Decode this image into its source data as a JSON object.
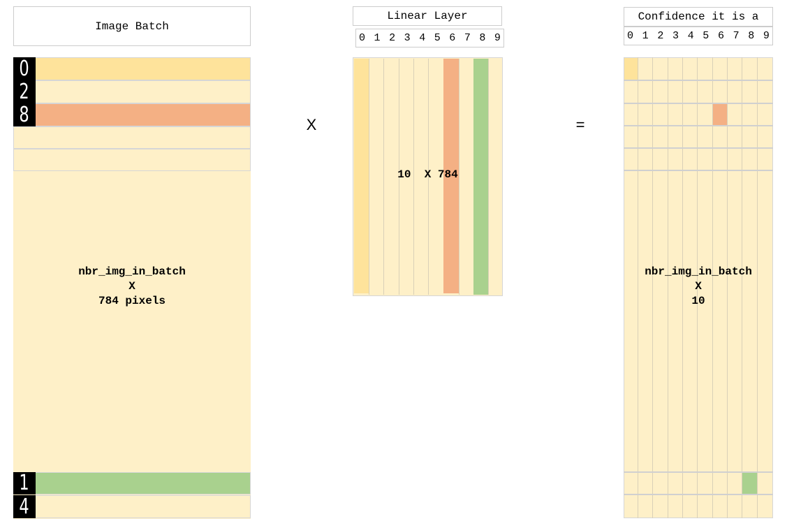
{
  "image_batch": {
    "title": "Image Batch",
    "label_lines": [
      "nbr_img_in_batch",
      "X",
      "784 pixels"
    ],
    "thumb_digits": [
      "0",
      "2",
      "8",
      "1",
      "4"
    ]
  },
  "operators": {
    "multiply": "X",
    "equals": "="
  },
  "linear_layer": {
    "title": "Linear Layer",
    "digits": [
      "0",
      "1",
      "2",
      "3",
      "4",
      "5",
      "6",
      "7",
      "8",
      "9"
    ],
    "label_left": "10",
    "label_right": "X 784"
  },
  "output": {
    "title": "Confidence it is a",
    "digits": [
      "0",
      "1",
      "2",
      "3",
      "4",
      "5",
      "6",
      "7",
      "8",
      "9"
    ],
    "label_lines": [
      "nbr_img_in_batch",
      "X",
      "10"
    ]
  },
  "colors": {
    "cream": "#fef0c8",
    "yellow": "#fee39b",
    "orange": "#f4b084",
    "green": "#a9d18e"
  }
}
